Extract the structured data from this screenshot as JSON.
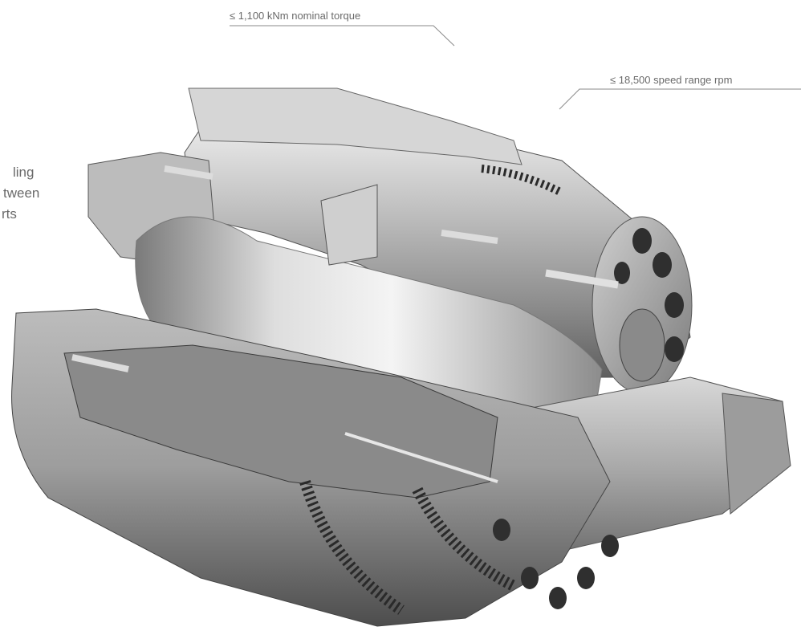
{
  "callouts": {
    "torque": "≤ 1,100 kNm nominal torque",
    "speed": "≤ 18,500 speed range rpm"
  },
  "side_text": [
    "ling",
    "tween",
    "rts"
  ],
  "illustration": {
    "subject": "coupling-cutaway",
    "metal_colors": [
      "#f0f0f0",
      "#c9c9c9",
      "#9a9a9a",
      "#6b6b6b",
      "#3d3d3d"
    ]
  }
}
